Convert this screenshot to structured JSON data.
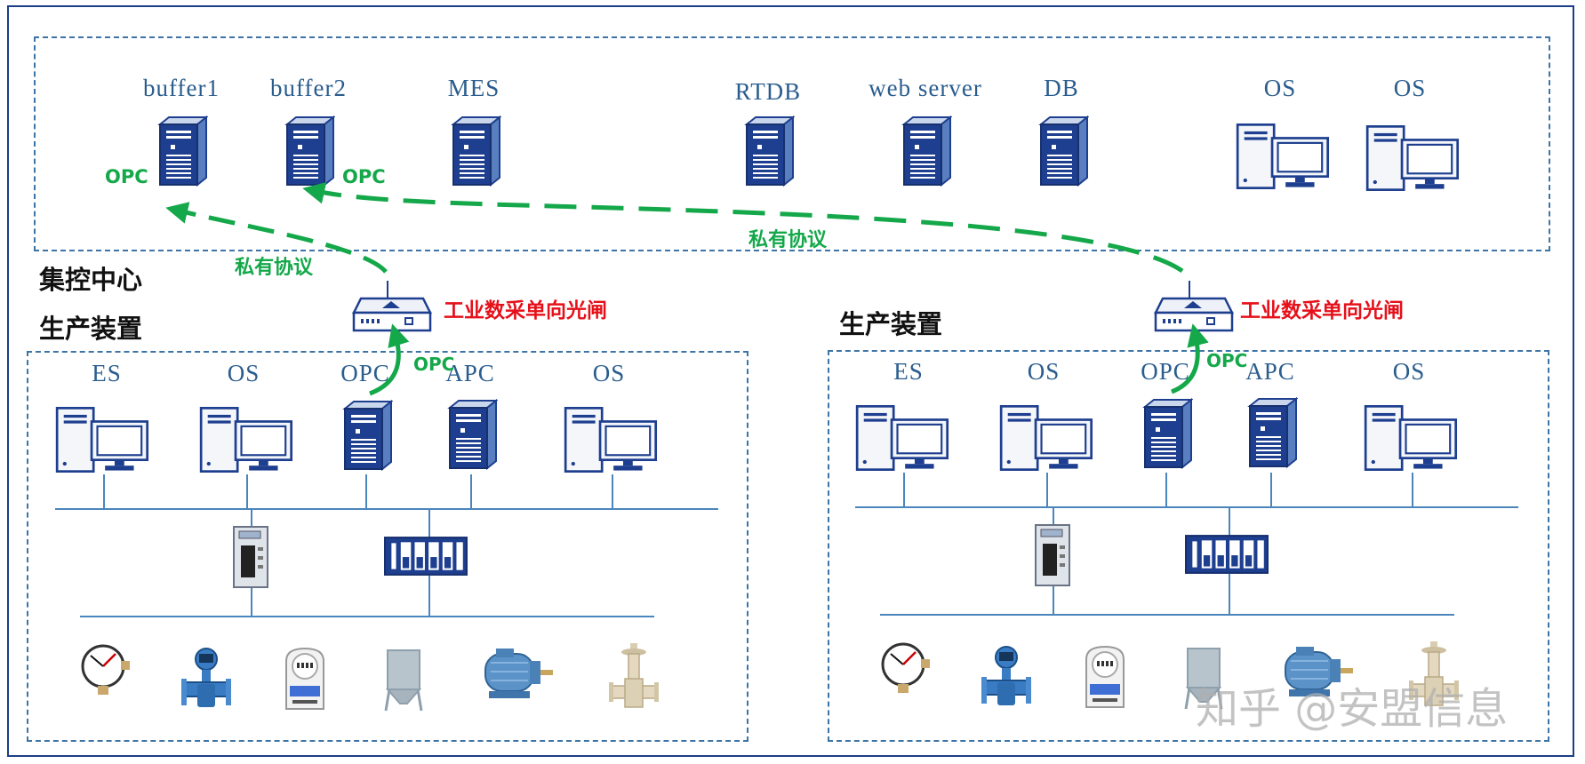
{
  "zones": {
    "central_label": "集控中心",
    "plant_left_label": "生产装置",
    "plant_right_label": "生产装置"
  },
  "central_servers": {
    "buffer1": "buffer1",
    "buffer2": "buffer2",
    "mes": "MES",
    "rtdb": "RTDB",
    "web_server": "web server",
    "db": "DB",
    "os1": "OS",
    "os2": "OS"
  },
  "protocol_labels": {
    "opc_buffer1": "OPC",
    "opc_buffer2": "OPC",
    "private_left": "私有协议",
    "private_right": "私有协议",
    "opc_gateway_left": "OPC",
    "opc_gateway_right": "OPC"
  },
  "gateways": {
    "left_label": "工业数采单向光闸",
    "right_label": "工业数采单向光闸"
  },
  "plant_left": {
    "es": "ES",
    "os1": "OS",
    "opc": "OPC",
    "apc": "APC",
    "os2": "OS"
  },
  "plant_right": {
    "es": "ES",
    "os1": "OS",
    "opc": "OPC",
    "apc": "APC",
    "os2": "OS"
  },
  "watermark": "知乎 @安盟信息",
  "colors": {
    "frame": "#1b3f86",
    "dashed_border": "#3d74a6",
    "server_blue": "#1e3f8f",
    "arrow_green": "#14a84a",
    "gateway_red": "#e5101a",
    "network_line": "#4a86bd"
  }
}
